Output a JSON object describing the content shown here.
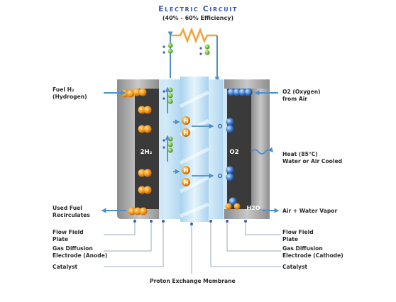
{
  "title": "Electric Circuit",
  "subtitle": "(40% - 60% Efficiency)",
  "labels": {
    "fuel_line1": "Fuel H₂",
    "fuel_line2": "(Hydrogen)",
    "oxygen_line1": "O2 (Oxygen)",
    "oxygen_line2": "from Air",
    "heat_line1": "Heat (85°C)",
    "heat_line2": "Water or Air Cooled",
    "used_fuel_line1": "Used Fuel",
    "used_fuel_line2": "Recirculates",
    "air_water": "Air + Water Vapor",
    "flow_left_line1": "Flow Field",
    "flow_left_line2": "Plate",
    "gde_anode_line1": "Gas Diffusion",
    "gde_anode_line2": "Electrode (Anode)",
    "catalyst_left": "Catalyst",
    "flow_right_line1": "Flow Field",
    "flow_right_line2": "Plate",
    "gde_cathode_line1": "Gas Diffusion",
    "gde_cathode_line2": "Electrode (Cathode)",
    "catalyst_right": "Catalyst",
    "membrane": "Proton Exchange Membrane"
  },
  "inner": {
    "anode_gas": "2H₂",
    "cathode_gas": "O2",
    "water": "H2O",
    "proton": "H"
  },
  "colors": {
    "title": "#3e5aa8",
    "arrow": "#4a90d0",
    "hydrogen": "#f0a020",
    "electron": "#7cc242",
    "oxygen": "#3f7fd0",
    "plate": "#9a9a9a",
    "electrode": "#3a3a3a",
    "membrane": "#bfe0f4",
    "resistor": "#f2a23a"
  }
}
